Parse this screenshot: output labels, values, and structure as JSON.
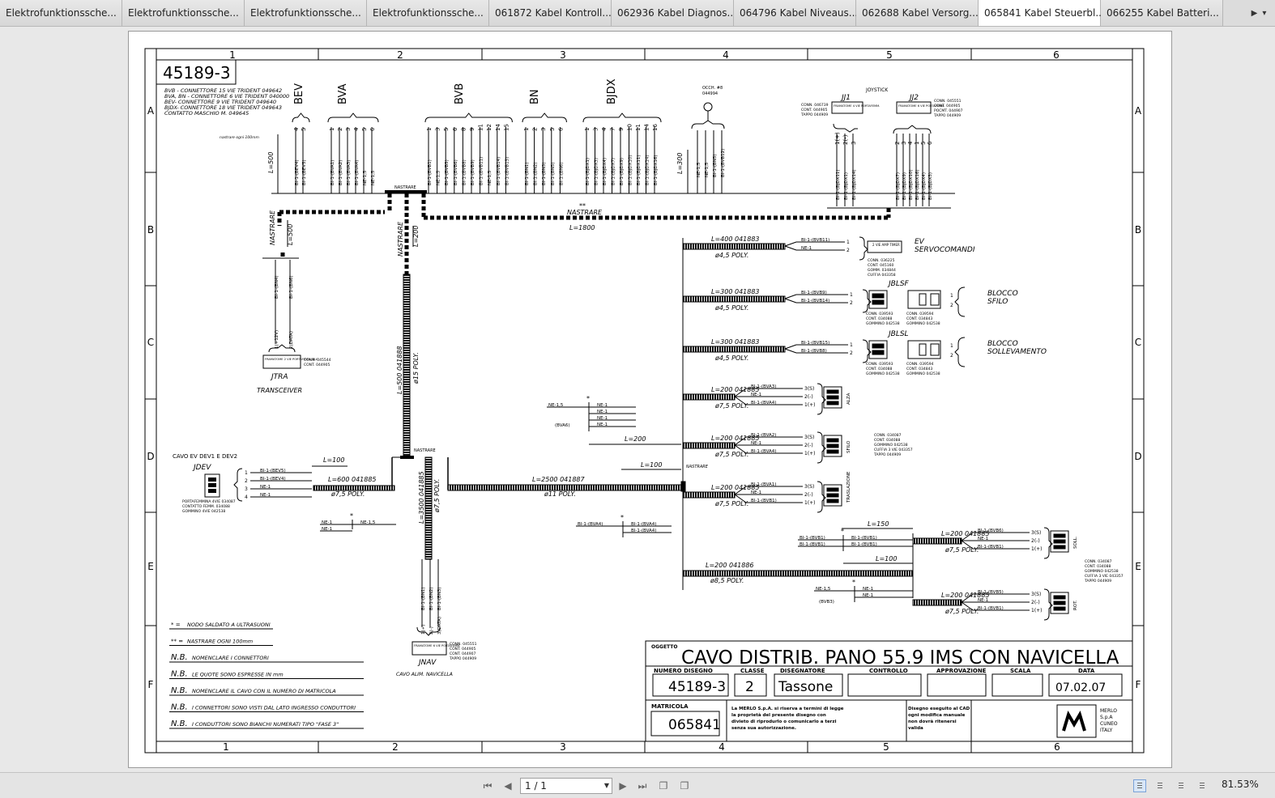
{
  "tabs": [
    {
      "label": "Elektrofunktionssche...",
      "active": false
    },
    {
      "label": "Elektrofunktionssche...",
      "active": false
    },
    {
      "label": "Elektrofunktionssche...",
      "active": false
    },
    {
      "label": "Elektrofunktionssche...",
      "active": false
    },
    {
      "label": "061872 Kabel Kontroll...",
      "active": false
    },
    {
      "label": "062936 Kabel Diagnos...",
      "active": false
    },
    {
      "label": "064796 Kabel Niveaus...",
      "active": false
    },
    {
      "label": "062688 Kabel Versorg...",
      "active": false
    },
    {
      "label": "065841 Kabel Steuerbl...",
      "active": true
    },
    {
      "label": "066255 Kabel Batteri...",
      "active": false
    }
  ],
  "drawing": {
    "number": "45189-3",
    "column_labels": [
      "1",
      "2",
      "3",
      "4",
      "5",
      "6"
    ],
    "row_labels": [
      "A",
      "B",
      "C",
      "D",
      "E",
      "F"
    ],
    "legend_lines": [
      "BVB - CONNETTORE 15 VIE TRIDENT 049642",
      "BVA, BN - CONNETTORE 6 VIE TRIDENT 040000",
      "BEV- CONNETTORE 9 VIE TRIDENT 049640",
      "BJDX- CONNETTORE 18 VIE TRIDENT 049643",
      "CONTATTO MASCHIO M. 049645"
    ],
    "connectors_top": [
      {
        "name": "BEV",
        "pins": [
          "4",
          "5"
        ],
        "wires": [
          "BI-1-(BEV4)",
          "BI-1-(BEV5)"
        ]
      },
      {
        "name": "BVA",
        "pins": [
          "1",
          "2",
          "3",
          "4",
          "5",
          "6"
        ],
        "wires": [
          "BI-1-(BVA1)",
          "BI-1-(BVA2)",
          "BI-1-(BVA3)",
          "BI-1-(BVA4)",
          "NE-1,5",
          "NE-1,5"
        ]
      },
      {
        "name": "BVB",
        "pins": [
          "1",
          "3",
          "5",
          "6",
          "8",
          "9",
          "11",
          "12",
          "14",
          "15"
        ],
        "wires": [
          "BI-1-(BVB1)",
          "NE-1,5",
          "BI-1-(BVB5)",
          "BI-1-(BVB6)",
          "BI-1-(BVB8)",
          "BI-1-(BVB9)",
          "BI-1-(BVB11)",
          "NE-1,5",
          "BI-1-(BVB14)",
          "BI-1-(BVB15)"
        ]
      },
      {
        "name": "BN",
        "pins": [
          "1",
          "2",
          "3",
          "5",
          "6"
        ],
        "wires": [
          "BI-1-(BN1)",
          "BI-1-(BN2)",
          "BI-1-(BN3)",
          "BI-1-(BN5)",
          "BI-1-(BN6)"
        ]
      },
      {
        "name": "BJDX",
        "pins": [
          "1",
          "3",
          "4",
          "7",
          "9",
          "10",
          "11",
          "14",
          "16"
        ],
        "wires": [
          "BI-1-(BJDX1)",
          "BI-1-(BJDX3)",
          "BI-1-(BJDX4)",
          "BI-1-(BJDX7)",
          "BI-1-(BJDX9)",
          "BI-1-(BJDX10)",
          "BI-1-(BJDX11)",
          "BI-1-(BJDX14)",
          "BI-1-(BJDX16)"
        ]
      }
    ],
    "eye_label": "OCCH. #8",
    "eye_code": "044994",
    "eye_wires": [
      "NE-1,5",
      "NE-1,5",
      "BI-1-(BN5)",
      "BI-1-(BVB12)"
    ],
    "joystick": "JOYSTICK",
    "jj1": {
      "name": "JJ1",
      "box": "FRAMATOME 4 VIE PORTAFEMM.",
      "codes": [
        "CONN. 046739",
        "CONT. 044905",
        "TAPPO 044909"
      ],
      "pins": [
        "1(+)",
        "2(-)",
        "3"
      ],
      "wires": [
        "BI-1-(BJDX11)",
        "BI-1-(BJDX1)",
        "BI-1-(BJDX14)"
      ]
    },
    "jj2": {
      "name": "JJ2",
      "box": "FRAMATOME 6 VIE PORTAFEMM.",
      "codes": [
        "CONN. 045551",
        "CONT. 044905",
        "POCMT. 044907",
        "TAPPO 044909"
      ],
      "pins": [
        "2",
        "3",
        "4",
        "1",
        "5",
        "6"
      ],
      "wires": [
        "BI-1-(BJDX7)",
        "BI-1-(BJDX9)",
        "BI-1-(BJDX10)",
        "BI-1-(BJDX16)",
        "BI-1-(BJDX4)",
        "BI-1-(BJDX3)"
      ]
    },
    "lengths": {
      "l500_top": "L=500",
      "l300": "L=300",
      "l500_left": "L=500",
      "l200": "L=200",
      "l1800": "L=1800",
      "l500_main": "L=500 041888",
      "phi15": "ø15 POLY.",
      "l100_left": "L=100",
      "l600": "L=600 041885",
      "phi75_left": "ø7,5 POLY.",
      "l3500": "L=3500 041885",
      "phi75_down": "ø7,5 POLY.",
      "l2500": "L=2500 041887",
      "phi11": "ø11 POLY.",
      "l100_mid": "L=100",
      "l200_mid": "L=200",
      "l150": "L=150",
      "l100_right": "L=100",
      "l200_886": "L=200 041886",
      "phi85": "ø8,5 POLY."
    },
    "nastrare": "NASTRARE",
    "nastrare_star": "**",
    "small_note_left": "nastrare ogni 100mm",
    "jtra": {
      "name": "JTRA",
      "desc": "TRANSCEIVER",
      "box": "FRAMATOME 2 VIE PORTAFEMM. BLU",
      "codes": [
        "CONN. 045544",
        "CONT. 044905"
      ],
      "pins": [
        "1(+12V)",
        "2(DATA)"
      ],
      "wires": [
        "BI-1-(BN4)",
        "BI-1-(BN6)"
      ]
    },
    "jdev": {
      "title": "CAVO EV DEV1 E DEV2",
      "name": "JDEV",
      "pins": [
        "1",
        "2",
        "3",
        "4"
      ],
      "wires": [
        "BI-1-(BEV5)",
        "BI-1-(BEV4)",
        "NE-1",
        "NE-1"
      ],
      "notes": [
        "PORTAFEMMINA 4VIE 034087",
        "CONTATTO FEMM. 034088",
        "GOMMINO 4VIE 042538"
      ]
    },
    "jnav": {
      "name": "JNAV",
      "desc": "CAVO ALIM. NAVICELLA",
      "box": "FRAMATOME 6 VIE PORTAFEMM.",
      "codes": [
        "CONN. 045551",
        "CONT. 044905",
        "CONT. 044907",
        "TAPPO 044909"
      ],
      "pins": [
        "1(+)",
        "2(-)",
        "3(DATA)"
      ],
      "wires": [
        "BI-1-(BN1)",
        "BI-1-(BN2)",
        "BI-1-(BN3)"
      ]
    },
    "ev": {
      "length": "L=400 041883",
      "phi": "ø4,5 POLY.",
      "wires": [
        "BI-1-(BVB11)",
        "NE-1"
      ],
      "pins": [
        "1",
        "2"
      ],
      "box": "2 VIE AMP TIMER",
      "label1": "EV",
      "label2": "SERVOCOMANDI",
      "codes": [
        "CONN. 036225",
        "CONT. 045160",
        "GOMM. 034844",
        "CUFFIA 043358"
      ]
    },
    "jblsf": {
      "length": "L=300 041883",
      "phi": "ø4,5 POLY.",
      "wires": [
        "BI-1-(BVB9)",
        "BI-1-(BVB14)"
      ],
      "pins": [
        "1",
        "2"
      ],
      "name": "JBLSF",
      "label1": "BLOCCO",
      "label2": "SFILO",
      "codes_a": [
        "CONN. 039593",
        "CONT. 034088",
        "GOMMINO 042538"
      ],
      "codes_b": [
        "CONN. 039594",
        "CONT. 034843",
        "GOMMINO 042538"
      ]
    },
    "jblsl": {
      "length": "L=300 041883",
      "phi": "ø4,5 POLY.",
      "wires": [
        "BI-1-(BVB15)",
        "BI-1-(BVB8)"
      ],
      "pins": [
        "1",
        "2"
      ],
      "name": "JBLSL",
      "label1": "BLOCCO",
      "label2": "SOLLEVAMENTO",
      "codes_a": [
        "CONN. 039593",
        "CONT. 034088",
        "GOMMINO 042538"
      ],
      "codes_b": [
        "CONN. 039594",
        "CONT. 034843",
        "GOMMINO 042538"
      ]
    },
    "s_alza": {
      "length": "L=200 041885",
      "phi": "ø7,5 POLY.",
      "wires": [
        "BI-1-(BVA3)",
        "NE-1",
        "BI-1-(BVA4)"
      ],
      "pins": [
        "3(S)",
        "2(-)",
        "1(+)"
      ],
      "name": "ALZA"
    },
    "s_sfilo": {
      "length": "L=200 041885",
      "phi": "ø7,5 POLY.",
      "wires": [
        "BI-1-(BVA2)",
        "NE-1",
        "BI-1-(BVA4)"
      ],
      "pins": [
        "3(S)",
        "2(-)",
        "1(+)"
      ],
      "name": "SFILO",
      "codes": [
        "CONN. 034087",
        "CONT. 034088",
        "GOMMINO 042538",
        "CUFFIA 3 VIE 043357",
        "TAPPO 044909"
      ]
    },
    "s_trasl": {
      "length": "L=200 041885",
      "phi": "ø7,5 POLY.",
      "wires": [
        "BI-1-(BVA1)",
        "NE-1",
        "BI-1-(BVB1)"
      ],
      "pins": [
        "3(S)",
        "2(-)",
        "1(+)"
      ],
      "name": "TRASLAZIONE"
    },
    "s_soll": {
      "length": "L=200 041885",
      "phi": "ø7,5 POLY.",
      "wires": [
        "BI-1-(BVB6)",
        "NE-1",
        "BI-1-(BVB1)"
      ],
      "pins": [
        "3(S)",
        "2(-)",
        "1(+)"
      ],
      "name": "SOLL.",
      "codes": [
        "CONN. 034087",
        "CONT. 034088",
        "GOMMINO 042538",
        "CUFFIA 3 VIE 043357",
        "TAPPO 044909"
      ]
    },
    "s_rot": {
      "length": "L=200 041885",
      "phi": "ø7,5 POLY.",
      "wires": [
        "BI-1-(BVB5)",
        "NE-1",
        "BI-1-(BVB1)"
      ],
      "pins": [
        "3(S)",
        "2(-)",
        "1(+)"
      ],
      "name": "ROT."
    },
    "splices": {
      "bva6": {
        "left": "NE-1,5",
        "left2": "(BVA6)",
        "right": [
          "NE-1",
          "NE-1",
          "NE-1",
          "NE-1"
        ]
      },
      "ne15": {
        "left": [
          "NE-1",
          "NE-1"
        ],
        "right": "NE-1,5"
      },
      "bva4": {
        "left": "BI-1-(BVA4)",
        "right": [
          "BI-1-(BVA4)",
          "BI-1-(BVA4)"
        ]
      },
      "bvb1": {
        "left": [
          "BI-1-(BVB1)",
          "BI-1-(BVB1)"
        ],
        "right": [
          "BI-1-(BVB1)",
          "BI-1-(BVB1)"
        ]
      },
      "bvb3": {
        "left": "NE-1,5",
        "left2": "(BVB3)",
        "right": [
          "NE-1",
          "NE-1"
        ]
      }
    },
    "notes": [
      {
        "key": "* =",
        "text": "NODO SALDATO A ULTRASUONI"
      },
      {
        "key": "** =",
        "text": "NASTRARE OGNI 100mm"
      },
      {
        "key": "N.B.",
        "text": "NOMENCLARE I CONNETTORI"
      },
      {
        "key": "N.B.",
        "text": "LE QUOTE SONO ESPRESSE IN mm"
      },
      {
        "key": "N.B.",
        "text": "NOMENCLARE IL CAVO CON IL NUMERO DI MATRICOLA"
      },
      {
        "key": "N.B.",
        "text": "I CONNETTORI SONO VISTI DAL LATO INGRESSO CONDUTTORI"
      },
      {
        "key": "N.B.",
        "text": "I CONDUTTORI SONO BIANCHI NUMERATI TIPO \"FASE 3\""
      }
    ],
    "title_block": {
      "oggetto_label": "OGGETTO",
      "title": "CAVO DISTRIB. PANO 55.9 IMS CON NAVICELLA",
      "numero_label": "NUMERO DISEGNO",
      "numero": "45189-3",
      "classe_label": "CLASSE",
      "classe": "2",
      "disegnatore_label": "DISEGNATORE",
      "disegnatore": "Tassone",
      "controllo_label": "CONTROLLO",
      "approvazione_label": "APPROVAZIONE",
      "scala_label": "SCALA",
      "data_label": "DATA",
      "data": "07.02.07",
      "matricola_label": "MATRICOLA",
      "matricola": "065841",
      "legal": [
        "La MERLO S.p.A. si riserva a termini di legge",
        "la proprietà del presente disegno con",
        "divieto di riprodurlo o comunicarlo a terzi",
        "senza sua autorizzazione."
      ],
      "cad": [
        "Disegno eseguito al CAD",
        "ogni modifica manuale",
        "non dovrà ritenersi",
        "valida"
      ],
      "company": [
        "MERLO",
        "S.p.A",
        "CUNEO",
        "ITALY"
      ]
    }
  },
  "statusbar": {
    "page_indicator": "1 / 1",
    "zoom": "81.53%"
  }
}
